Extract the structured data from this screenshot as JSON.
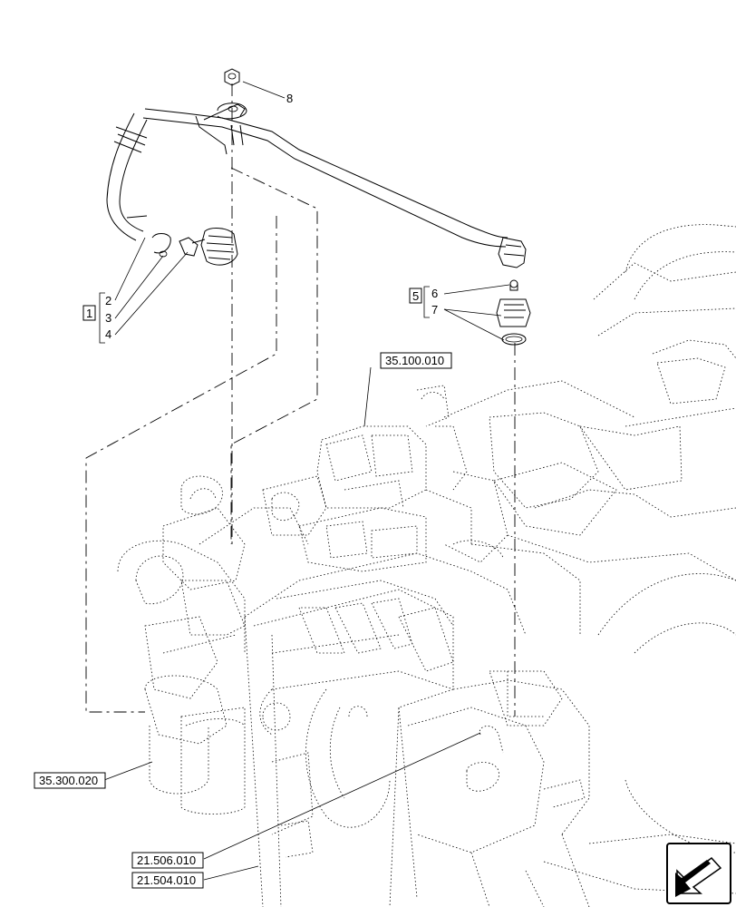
{
  "callouts": {
    "c1": "1",
    "c2": "2",
    "c3": "3",
    "c4": "4",
    "c5": "5",
    "c6": "6",
    "c7": "7",
    "c8": "8"
  },
  "references": {
    "r_35100010": "35.100.010",
    "r_35300020": "35.300.020",
    "r_21506010": "21.506.010",
    "r_21504010": "21.504.010"
  },
  "icons": {
    "nav": "arrow-icon"
  },
  "colors": {
    "ink": "#000000",
    "paper": "#ffffff"
  }
}
